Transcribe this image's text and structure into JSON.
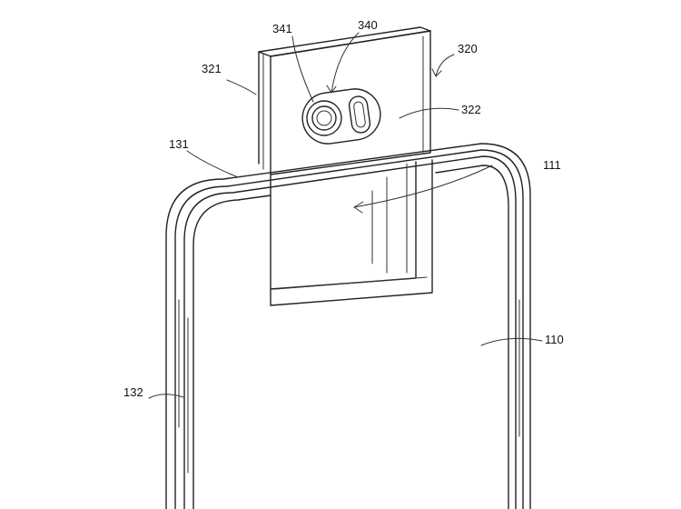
{
  "figure": {
    "labels": {
      "camera_module": "320",
      "module_side": "321",
      "module_front": "322",
      "lens_assembly": "340",
      "lens": "341",
      "slot": "111",
      "body": "110",
      "top_frame": "131",
      "side_frame": "132"
    }
  },
  "colors": {
    "line": "#222222",
    "background": "#ffffff"
  }
}
